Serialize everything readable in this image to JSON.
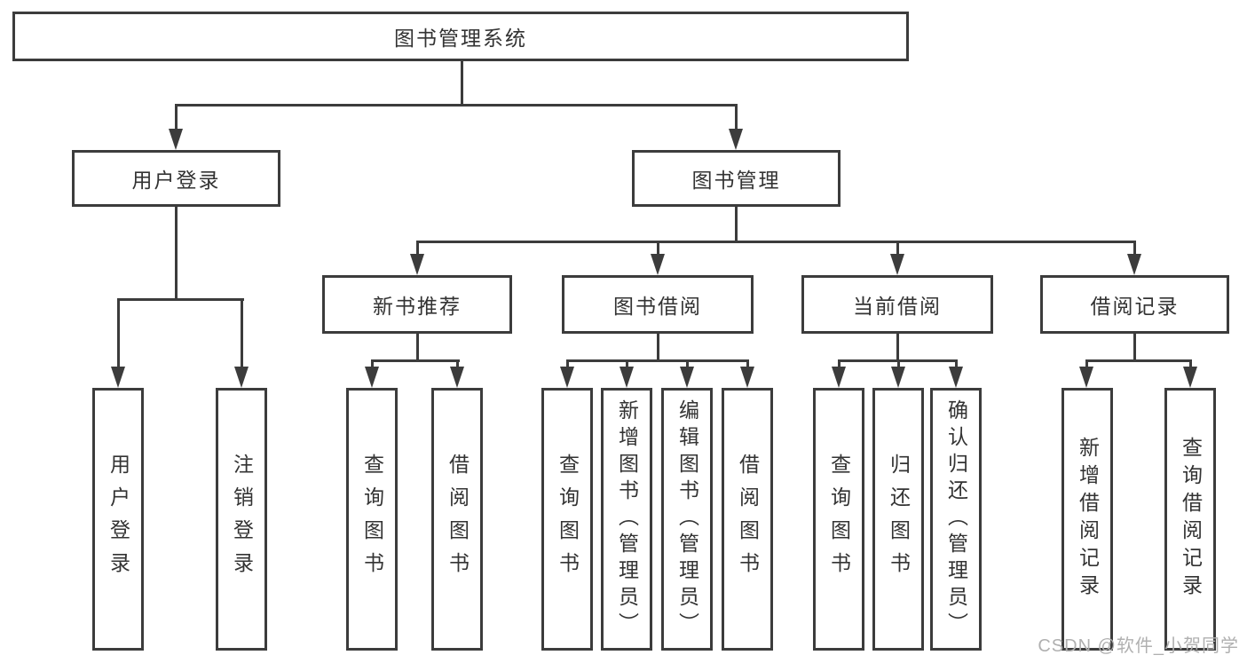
{
  "tree": {
    "label": "图书管理系统",
    "children": [
      {
        "label": "用户登录",
        "children": [
          {
            "label": "用户登录"
          },
          {
            "label": "注销登录"
          }
        ]
      },
      {
        "label": "图书管理",
        "children": [
          {
            "label": "新书推荐",
            "children": [
              {
                "label": "查询图书"
              },
              {
                "label": "借阅图书"
              }
            ]
          },
          {
            "label": "图书借阅",
            "children": [
              {
                "label": "查询图书"
              },
              {
                "label": "新增图书（管理员）"
              },
              {
                "label": "编辑图书（管理员）"
              },
              {
                "label": "借阅图书"
              }
            ]
          },
          {
            "label": "当前借阅",
            "children": [
              {
                "label": "查询图书"
              },
              {
                "label": "归还图书"
              },
              {
                "label": "确认归还（管理员）"
              }
            ]
          },
          {
            "label": "借阅记录",
            "children": [
              {
                "label": "新增借阅记录"
              },
              {
                "label": "查询借阅记录"
              }
            ]
          }
        ]
      }
    ]
  },
  "watermark": {
    "text": "CSDN @软件_小贺同学"
  },
  "colors": {
    "line": "#3c3c3c",
    "text": "#333333",
    "watermark": "#b0b0b0",
    "background": "#ffffff"
  }
}
